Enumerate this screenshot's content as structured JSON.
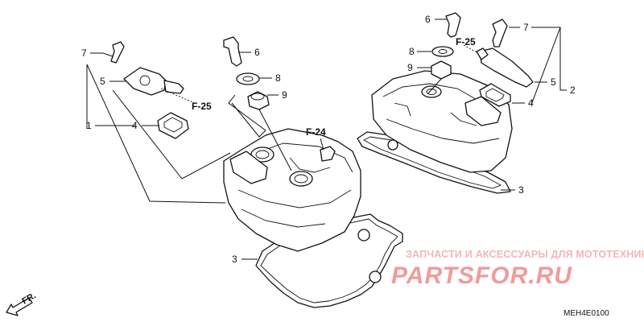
{
  "callouts": {
    "n1": "1",
    "n2": "2",
    "n3a": "3",
    "n3b": "3",
    "n4a": "4",
    "n4b": "4",
    "n5a": "5",
    "n5b": "5",
    "n6a": "6",
    "n6b": "6",
    "n7a": "7",
    "n7b": "7",
    "n8a": "8",
    "n8b": "8",
    "n9a": "9",
    "n9b": "9"
  },
  "refs": {
    "f25_left": "F-25",
    "f25_right": "F-25",
    "f24": "F-24"
  },
  "direction": "FR.",
  "watermark": {
    "tagline": "ЗАПЧАСТИ И АКСЕССУАРЫ ДЛЯ МОТОТЕХНИКИ",
    "logo": "PARTSFOR.RU"
  },
  "diagram_code": "MEH4E0100"
}
